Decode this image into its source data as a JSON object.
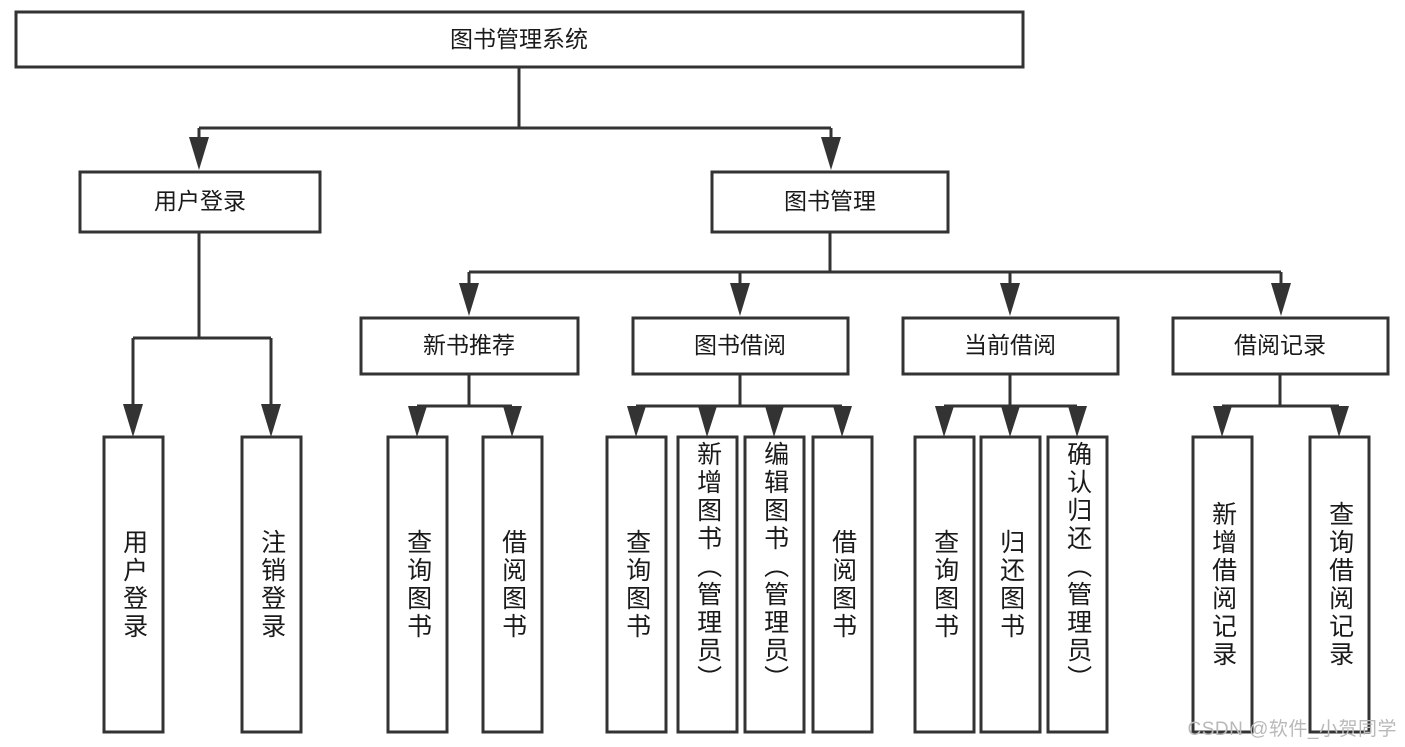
{
  "diagram": {
    "type": "tree-hierarchy",
    "title": "图书管理系统",
    "orientation": "top-down",
    "colors": {
      "box_stroke": "#333333",
      "box_fill": "#ffffff",
      "connector": "#333333",
      "text": "#1a1a1a",
      "background": "#ffffff",
      "watermark": "#b9b9b9"
    },
    "root": {
      "label": "图书管理系统"
    },
    "level2": [
      {
        "label": "用户登录"
      },
      {
        "label": "图书管理"
      }
    ],
    "level3": [
      {
        "label": "新书推荐"
      },
      {
        "label": "图书借阅"
      },
      {
        "label": "当前借阅"
      },
      {
        "label": "借阅记录"
      }
    ],
    "leaves": {
      "user_login": [
        {
          "label": "用户登录"
        },
        {
          "label": "注销登录"
        }
      ],
      "new_book_recommend": [
        {
          "label": "查询图书"
        },
        {
          "label": "借阅图书"
        }
      ],
      "book_borrow": [
        {
          "label": "查询图书"
        },
        {
          "label": "新增图书（管理员）"
        },
        {
          "label": "编辑图书（管理员）"
        },
        {
          "label": "借阅图书"
        }
      ],
      "current_borrow": [
        {
          "label": "查询图书"
        },
        {
          "label": "归还图书"
        },
        {
          "label": "确认归还（管理员）"
        }
      ],
      "borrow_record": [
        {
          "label": "新增借阅记录"
        },
        {
          "label": "查询借阅记录"
        }
      ]
    }
  },
  "watermark": {
    "text": "CSDN @软件_小贺同学"
  }
}
